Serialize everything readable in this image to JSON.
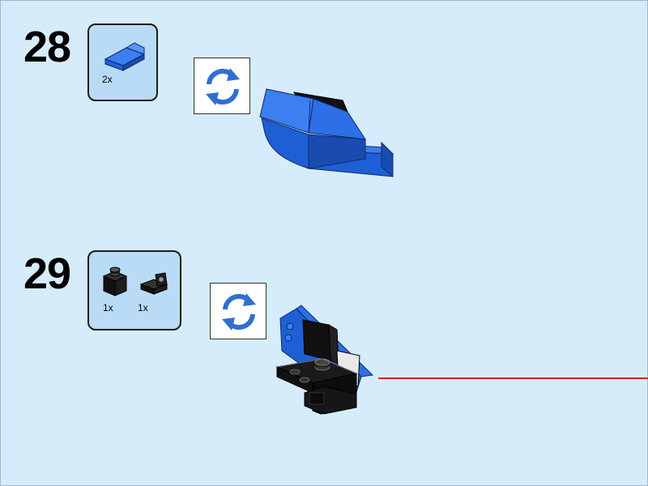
{
  "steps": [
    {
      "number": "28",
      "parts": [
        {
          "icon": "blue-slope-brick-icon",
          "quantity": "2x"
        }
      ],
      "rotate_icon": "rotate-arrows-icon"
    },
    {
      "number": "29",
      "parts": [
        {
          "icon": "black-brick-1x1-icon",
          "quantity": "1x"
        },
        {
          "icon": "black-bracket-plate-icon",
          "quantity": "1x"
        }
      ],
      "rotate_icon": "rotate-arrows-icon"
    }
  ],
  "colors": {
    "background": "#d7ecfb",
    "parts_box": "#b9dbf5",
    "brick_blue": "#1f5fd6",
    "brick_black": "#111111",
    "rotate_arrows": "#2f6fd0",
    "guide_line": "#e02020"
  }
}
